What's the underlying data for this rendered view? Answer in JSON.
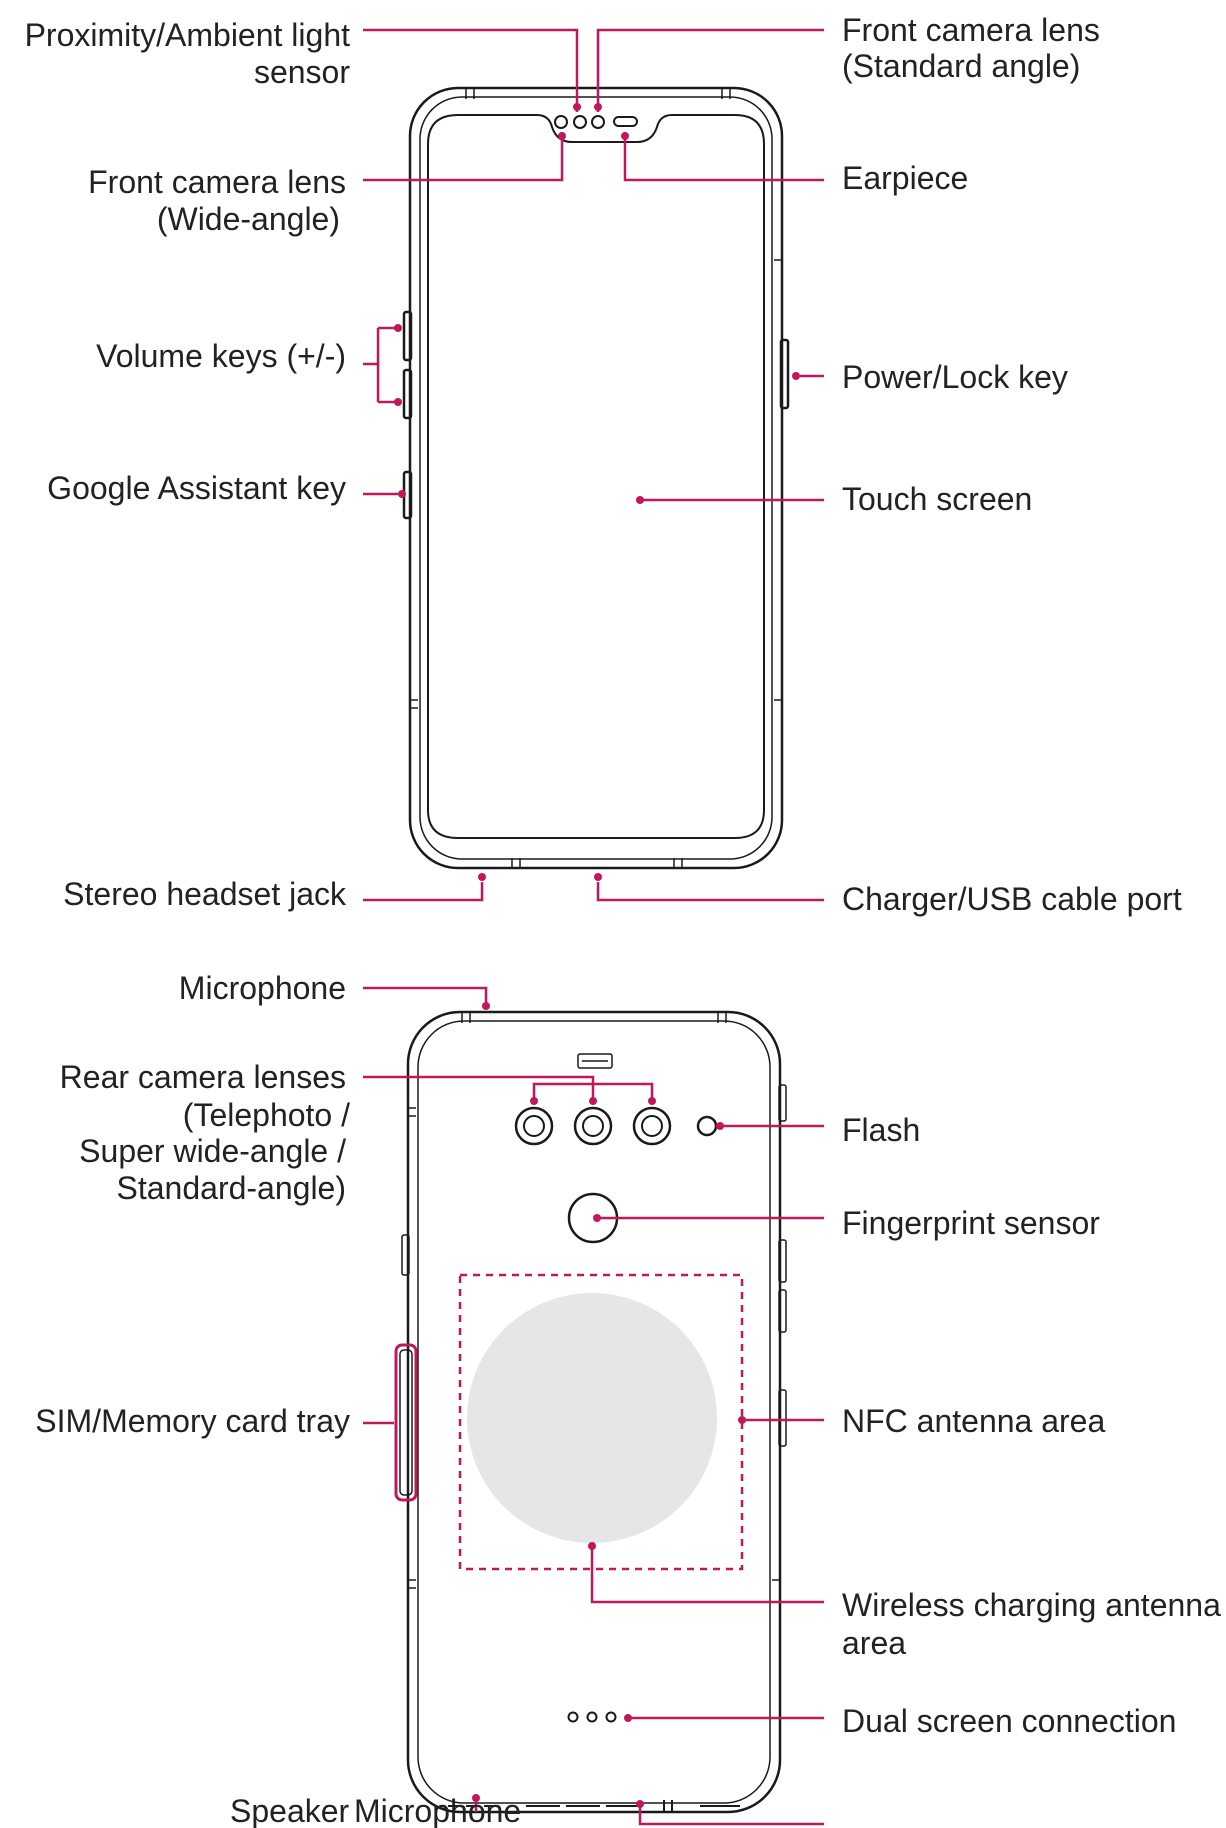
{
  "colors": {
    "leader": "#c2185b",
    "outline": "#1a1a1a",
    "wireless_fill": "#e6e6e6"
  },
  "front_labels": {
    "proximity_1": "Proximity/Ambient light",
    "proximity_2": "sensor",
    "front_std_1": "Front camera lens",
    "front_std_2": "(Standard angle)",
    "front_wide_1": "Front camera lens",
    "front_wide_2": "(Wide-angle)",
    "earpiece": "Earpiece",
    "volume": "Volume keys (+/-)",
    "power": "Power/Lock key",
    "assistant": "Google Assistant key",
    "touch": "Touch screen",
    "headset": "Stereo headset jack",
    "charger": "Charger/USB cable port"
  },
  "rear_labels": {
    "microphone": "Microphone",
    "rear_cam_1": "Rear camera lenses",
    "rear_cam_2": "(Telephoto /",
    "rear_cam_3": "Super wide-angle /",
    "rear_cam_4": "Standard-angle)",
    "flash": "Flash",
    "fingerprint": "Fingerprint sensor",
    "sim": "SIM/Memory card tray",
    "nfc": "NFC antenna area",
    "wireless_1": "Wireless charging antenna",
    "wireless_2": "area",
    "dual_screen": "Dual screen connection",
    "speaker": "Speaker",
    "bottom_mic": "Microphone"
  }
}
